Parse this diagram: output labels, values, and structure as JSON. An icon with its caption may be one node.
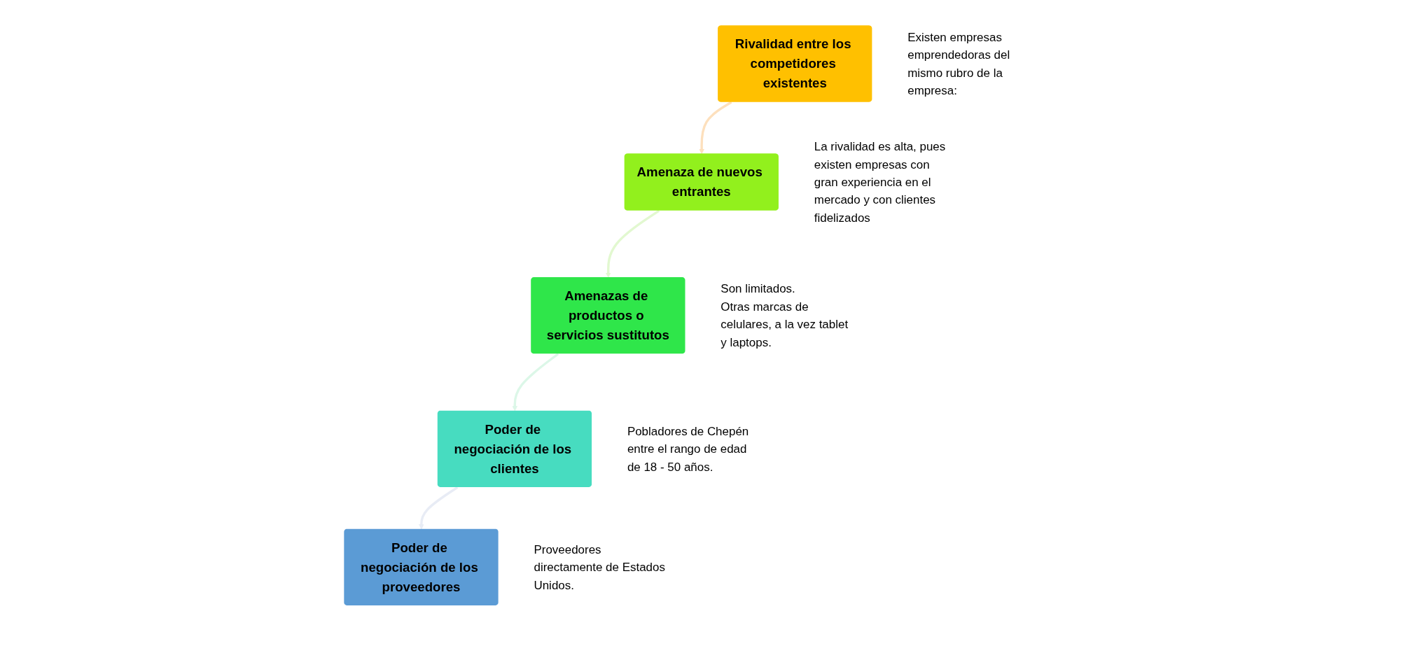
{
  "diagram": {
    "nodes": [
      {
        "text": [
          "Rivalidad entre los competidores existentes"
        ],
        "beside": [
          "Existen empresas emprendedoras del mismo rubro de la empresa:"
        ]
      },
      {
        "text": [
          "Amenaza de nuevos entrantes"
        ],
        "beside": [
          "La rivalidad es alta, pues existen empresas con gran experiencia en el mercado y con clientes fidelizados"
        ]
      },
      {
        "text": [
          "Amenazas de productos o servicios sustitutos"
        ],
        "beside": [
          "Son limitados.",
          "Otras marcas de celulares, a la vez tablet y laptops."
        ]
      },
      {
        "text": [
          "Poder de negociación de los clientes"
        ],
        "beside": [
          "Pobladores de Chepén entre el rango de edad de 18 - 50 años."
        ]
      },
      {
        "text": [
          "Poder de negociación de los proveedores"
        ],
        "beside": [
          "Proveedores directamente de Estados Unidos."
        ]
      }
    ],
    "edges": [
      {
        "from": 0,
        "to": 1,
        "arrow": "to",
        "color": "#fde0bd"
      },
      {
        "from": 1,
        "to": 2,
        "arrow": "to",
        "color": "#e2f8d0"
      },
      {
        "from": 2,
        "to": 3,
        "arrow": "to",
        "color": "#dcf7e8"
      },
      {
        "from": 3,
        "to": 4,
        "arrow": "to",
        "color": "#e8ecf5"
      }
    ]
  }
}
